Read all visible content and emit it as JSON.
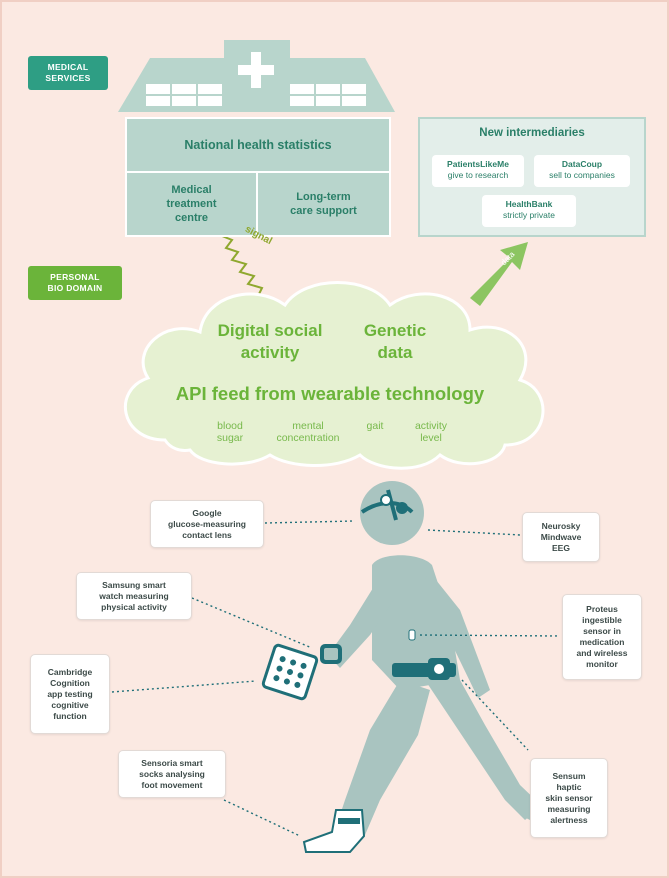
{
  "medical": {
    "tag": "MEDICAL\nSERVICES",
    "national_stats": "National health statistics",
    "treatment_centre": "Medical\ntreatment\ncentre",
    "care_support": "Long-term\ncare support"
  },
  "intermediaries": {
    "title": "New intermediaries",
    "items": [
      {
        "name": "PatientsLikeMe",
        "desc": "give to research"
      },
      {
        "name": "DataCoup",
        "desc": "sell to companies"
      },
      {
        "name": "HealthBank",
        "desc": "strictly private"
      }
    ],
    "arrow_label": "data"
  },
  "bio": {
    "tag": "PERSONAL\nBIO DOMAIN",
    "signal_label": "signal",
    "social": "Digital social\nactivity",
    "genetic": "Genetic\ndata",
    "api": "API feed from wearable technology",
    "metrics": [
      "blood\nsugar",
      "mental\nconcentration",
      "gait",
      "activity\nlevel"
    ]
  },
  "devices": {
    "google": "Google\nglucose-measuring\ncontact lens",
    "neurosky": "Neurosky\nMindwave\nEEG",
    "samsung": "Samsung smart\nwatch measuring\nphysical activity",
    "proteus": "Proteus\ningestible\nsensor in\nmedication\nand wireless\nmonitor",
    "cambridge": "Cambridge\nCognition\napp testing\ncognitive\nfunction",
    "sensoria": "Sensoria smart\nsocks analysing\nfoot movement",
    "sensum": "Sensum\nhaptic\nskin sensor\nmeasuring\nalertness"
  },
  "colors": {
    "background": "#fbe9e2",
    "medical_green": "#2e9e84",
    "bio_green": "#6bb43a",
    "building": "#b8d5cc",
    "figure": "#a9c4c0",
    "device_teal": "#1f6f78"
  }
}
